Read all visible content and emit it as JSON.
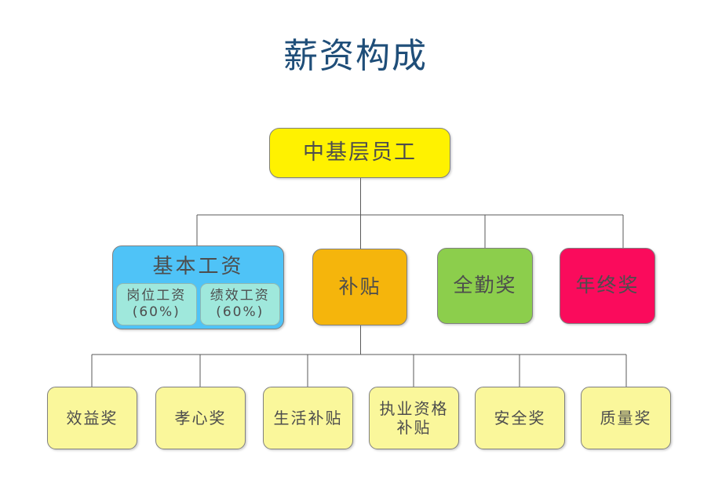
{
  "title": "薪资构成",
  "colors": {
    "title_text": "#1f4e79",
    "root": "#FFF200",
    "base_salary": "#4FC3F7",
    "base_salary_sub": "#9FE8DC",
    "subsidy": "#F5B50C",
    "attendance": "#8CCE4C",
    "annual_bonus": "#FA0B5C",
    "leaf": "#FAF79B",
    "node_text": "#4d4d4d",
    "connector": "#595959"
  },
  "root": {
    "label": "中基层员工"
  },
  "level2": [
    {
      "label": "基本工资",
      "children": [
        {
          "label": "岗位工资\n(60%)",
          "line1": "岗位工资",
          "line2": "(60%)"
        },
        {
          "label": "绩效工资\n(60%)",
          "line1": "绩效工资",
          "line2": "(60%)"
        }
      ]
    },
    {
      "label": "补贴"
    },
    {
      "label": "全勤奖"
    },
    {
      "label": "年终奖"
    }
  ],
  "level3": [
    {
      "label": "效益奖"
    },
    {
      "label": "孝心奖"
    },
    {
      "label": "生活补贴"
    },
    {
      "label": "执业资格补贴",
      "line1": "执业资格",
      "line2": "补贴"
    },
    {
      "label": "安全奖"
    },
    {
      "label": "质量奖"
    }
  ]
}
